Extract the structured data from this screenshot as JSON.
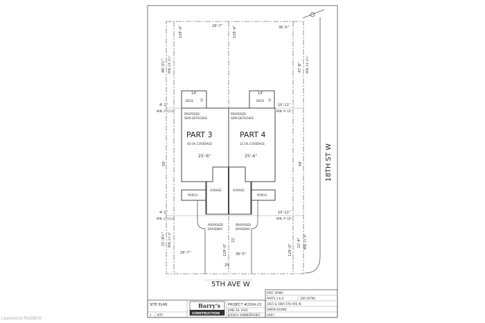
{
  "plan": {
    "parts": [
      {
        "label": "PART 3",
        "status": "PROPOSED\nSEMI DETACHED",
        "status1": "PROPOSED",
        "status2": "SEMI DETACHED",
        "coverage": "40.0% COVERAGE",
        "width": "25'-6\"",
        "deck": "DECK",
        "deck_w": "14'",
        "deck_d": "10'",
        "garage": "GARAGE",
        "porch": "PORCH",
        "driveway1": "PROPOSED",
        "driveway2": "DRIVEWAY"
      },
      {
        "label": "PART 4",
        "status1": "PROPOSED",
        "status2": "SEMI DETACHED",
        "coverage": "32.5% COVERAGE",
        "width": "25'-6\"",
        "deck": "DECK",
        "deck_w": "14'",
        "deck_d": "10'",
        "garage": "GARAGE",
        "porch": "PORCH",
        "driveway1": "PROPOSED",
        "driveway2": "DRIVEWAY"
      }
    ],
    "dims": {
      "top_left_w": "29'-7\"",
      "top_right_w": "36'-5\"",
      "depth_left": "129'-0\"",
      "depth_center": "129'-0\"",
      "rear_left": "48'-3½\"",
      "rear_left_min": "MIN. 24'-3½\"",
      "rear_right": "47'-8\"",
      "rear_right_min": "MIN. 24'-3½\"",
      "side_left": "4'-1\"",
      "side_left_min": "MIN. 2'-11½\"",
      "side_right": "10'-11\"",
      "side_right_min": "MIN. 9'-10\"",
      "house_depth_left": "59'",
      "house_depth_right": "59'",
      "front_left": "21'-8½\"",
      "front_left_min": "MIN. 21'-4\"",
      "front_right": "22'-4\"",
      "front_right_min": "MIN. 21'-4\"",
      "bot_side_left": "4'-1\"",
      "bot_side_left_min": "MIN. 2'-11½\"",
      "bot_side_right": "10'-11\"",
      "bot_side_right_min": "MIN. 9'-10\"",
      "driveway_len": "22'",
      "bottom_depth_center": "129'-0\"",
      "bottom_depth_right": "129'-0\"",
      "bottom_left_w": "29'-7\"",
      "bottom_right_w": "36'-5\"",
      "frontage": "25'"
    },
    "streets": {
      "bottom": "5TH AVE W",
      "right": "18TH ST W"
    }
  },
  "title_block": {
    "drawing": "SITE PLAN",
    "scale_label": "NTS",
    "scale_num": "1",
    "company_line1": "Barry's",
    "company_line2": "CONSTRUCTION",
    "project": "PROJECT #2024-22",
    "date": "JUNE 28, 2024",
    "drawn_by": "JESSICA VANDERPLOEG",
    "spec": "SPEC SEMIS",
    "parts": "PARTS 3 & 4",
    "plan_no": "16R-10796",
    "address": "1815 & 1805 5TH AVE W",
    "city": "OWEN SOUND",
    "county": "GREY"
  },
  "watermark": "Licensed to RAGBOS"
}
